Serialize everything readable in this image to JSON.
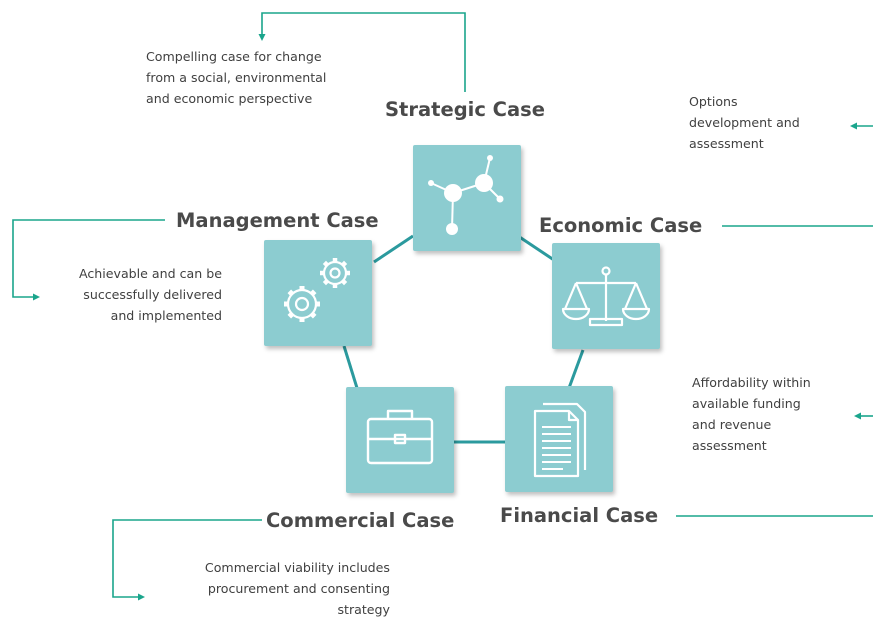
{
  "diagram": {
    "cases": {
      "strategic": {
        "title": "Strategic Case",
        "description": [
          "Compelling case for change",
          "from a social, environmental",
          "and economic perspective"
        ],
        "icon": "network-icon"
      },
      "economic": {
        "title": "Economic Case",
        "description": [
          "Options",
          "development and",
          "assessment"
        ],
        "icon": "balance-scale-icon"
      },
      "financial": {
        "title": "Financial Case",
        "description": [
          "Affordability within",
          "available funding",
          "and revenue",
          "assessment"
        ],
        "icon": "document-icon"
      },
      "commercial": {
        "title": "Commercial Case",
        "description": [
          "Commercial viability includes",
          "procurement and consenting",
          "strategy"
        ],
        "icon": "briefcase-icon"
      },
      "management": {
        "title": "Management Case",
        "description": [
          "Achievable and can be",
          "successfully delivered",
          "and implemented"
        ],
        "icon": "gears-icon"
      }
    },
    "colors": {
      "tile": "#8cccd0",
      "ring_connector": "#2b9a9e",
      "callout_line": "#1aa58c",
      "title_text": "#4a4a4a",
      "body_text": "#404040"
    }
  }
}
